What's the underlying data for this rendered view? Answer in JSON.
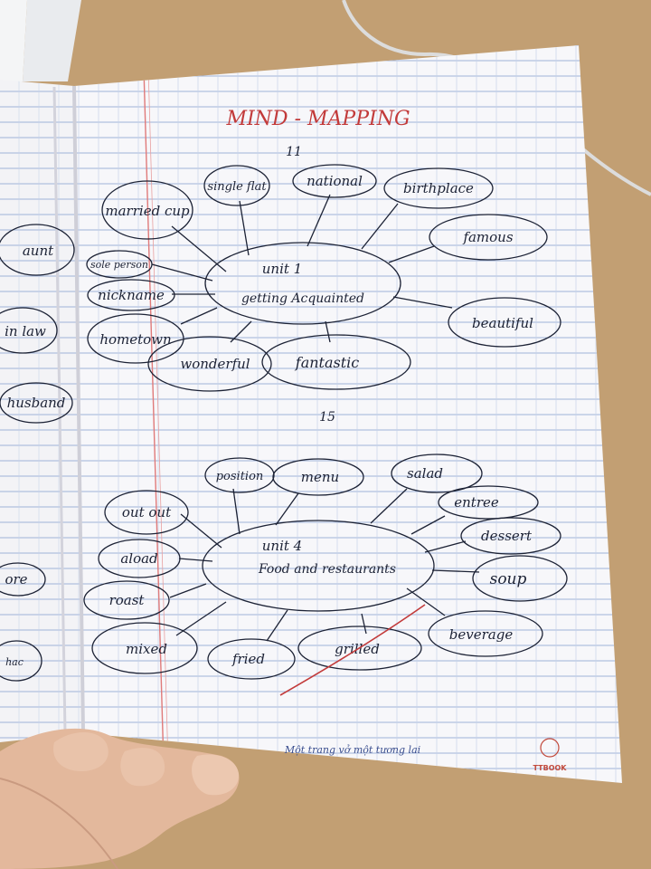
{
  "title": "MIND - MAPPING",
  "footer_text": "Một trang vở một tương lai",
  "logo_text": "TTBOOK",
  "colors": {
    "ink": "#1c2235",
    "title_red": "#c23a3a",
    "margin_red": "#e07a7a",
    "rule_blue": "#9fb3d8",
    "desk": "#c9a67a"
  },
  "mindmap1": {
    "number": "11",
    "center_line1": "unit 1",
    "center_line2": "getting Acquainted",
    "nodes": [
      "married cup",
      "single flat",
      "national",
      "birthplace",
      "famous",
      "sole person",
      "nickname",
      "hometown",
      "wonderful",
      "fantastic",
      "beautiful"
    ]
  },
  "mindmap2": {
    "number": "15",
    "center_line1": "unit 4",
    "center_line2": "Food and restaurants",
    "nodes": [
      "out out",
      "position",
      "menu",
      "salad",
      "entree",
      "dessert",
      "aload",
      "roast",
      "soup",
      "mixed",
      "fried",
      "grilled",
      "beverage"
    ]
  },
  "left_page_fragments": [
    "aunt",
    "in law",
    "husband",
    "ore",
    "hac"
  ]
}
